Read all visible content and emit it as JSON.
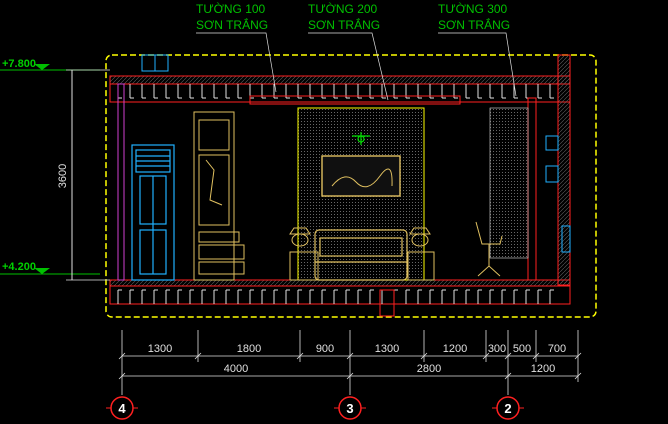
{
  "colors": {
    "background": "#000000",
    "wall_section": "#ff2020",
    "frame_yellow": "#ffff00",
    "level_green": "#00c000",
    "furniture": "#e0c060",
    "door_cyan": "#20b0ff",
    "dimension": "#e0e0e0",
    "axis_red": "#ff2020"
  },
  "annotations": [
    {
      "code": "TƯỜNG 100",
      "finish": "SƠN TRẮNG"
    },
    {
      "code": "TƯỜNG 200",
      "finish": "SƠN TRẮNG"
    },
    {
      "code": "TƯỜNG 300",
      "finish": "SƠN TRẮNG"
    }
  ],
  "levels": {
    "top": "+7.800",
    "bottom": "+4.200",
    "height_dimension": "3600"
  },
  "dimensions": {
    "row1": [
      "1300",
      "1800",
      "900",
      "1300",
      "1200",
      "300",
      "500",
      "700"
    ],
    "row2": [
      "4000",
      "2800",
      "1200"
    ]
  },
  "axes": [
    "4",
    "3",
    "2"
  ]
}
